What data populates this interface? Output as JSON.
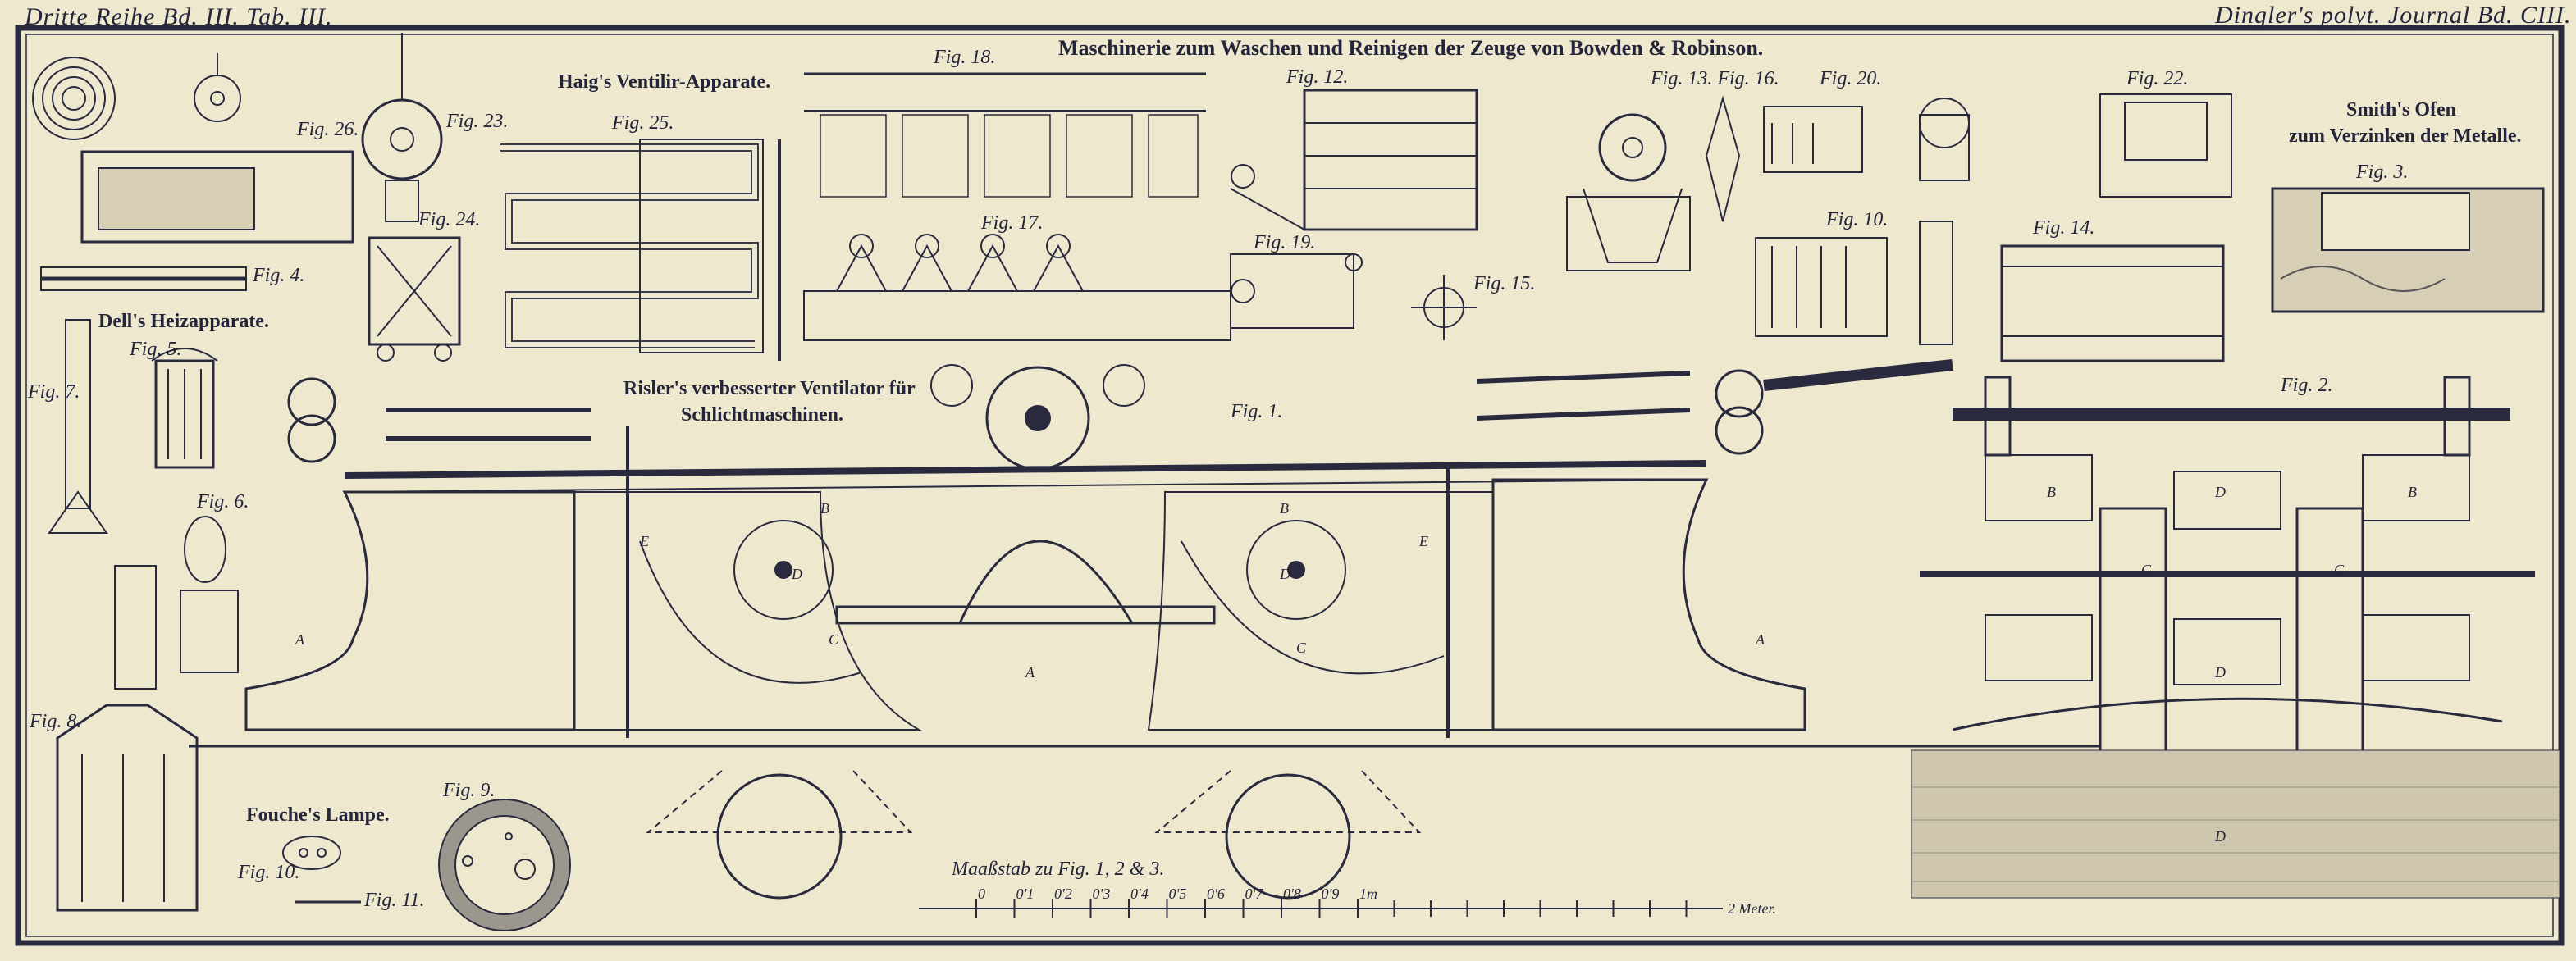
{
  "plate": {
    "header_left": "Dritte Reihe Bd. III. Tab. III.",
    "header_right": "Dingler's polyt. Journal Bd. CIII. Tab. III.",
    "main_title": "Maschinerie zum Waschen und Reinigen der Zeuge von Bowden & Robinson."
  },
  "captions": {
    "haig": "Haig's Ventilir-Apparate.",
    "dell": "Dell's Heizapparate.",
    "fouche": "Fouche's Lampe.",
    "risler_1": "Risler's verbesserter Ventilator für",
    "risler_2": "Schlichtmaschinen.",
    "smith_1": "Smith's Ofen",
    "smith_2": "zum Verzinken der Metalle."
  },
  "figures": {
    "fig1": "Fig. 1.",
    "fig2": "Fig. 2.",
    "fig3": "Fig. 3.",
    "fig4": "Fig. 4.",
    "fig5": "Fig. 5.",
    "fig6": "Fig. 6.",
    "fig7": "Fig. 7.",
    "fig8": "Fig. 8.",
    "fig9": "Fig. 9.",
    "fig10a": "Fig. 10.",
    "fig10b": "Fig. 10.",
    "fig11": "Fig. 11.",
    "fig12": "Fig. 12.",
    "fig13_16": "Fig. 13. Fig. 16.",
    "fig14": "Fig. 14.",
    "fig15": "Fig. 15.",
    "fig17": "Fig. 17.",
    "fig18": "Fig. 18.",
    "fig19": "Fig. 19.",
    "fig20": "Fig. 20.",
    "fig22": "Fig. 22.",
    "fig23": "Fig. 23.",
    "fig24": "Fig. 24.",
    "fig25": "Fig. 25.",
    "fig26": "Fig. 26."
  },
  "scale": {
    "label": "Maaßstab zu Fig. 1, 2 & 3.",
    "ticks": [
      "0",
      "0'1",
      "0'2",
      "0'3",
      "0'4",
      "0'5",
      "0'6",
      "0'7",
      "0'8",
      "0'9",
      "1m"
    ],
    "end_label": "2 Meter."
  },
  "letters": [
    "A",
    "A",
    "A",
    "B",
    "B",
    "C",
    "C",
    "D",
    "D",
    "E",
    "E",
    "D",
    "D",
    "B",
    "B",
    "C",
    "C",
    "D"
  ],
  "colors": {
    "paper": "#eee8cf",
    "ink": "#24243a"
  }
}
